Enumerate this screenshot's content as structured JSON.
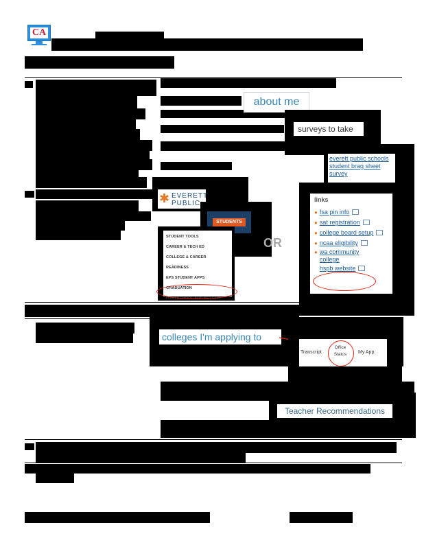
{
  "logo": {
    "text": "CA"
  },
  "panels": {
    "about_me": "about me",
    "surveys": "surveys to take",
    "survey_link": "everett public schools student brag sheet survey",
    "everett_logo": {
      "line1": "EVERETT",
      "line2": "PUBLIC"
    },
    "students_button": "STUDENTS",
    "or_label": "OR",
    "student_menu": [
      "STUDENT TOOLS",
      "CAREER & TECH ED",
      "COLLEGE & CAREER READINESS",
      "EPS STUDENT APPS",
      "GRADUATION",
      "HIGH SCHOOL AND BEYOND PLAN"
    ],
    "links_heading": "links",
    "links": [
      {
        "label": "fsa pin info"
      },
      {
        "label": "sat registration"
      },
      {
        "label": "college board setup"
      },
      {
        "label": "ncaa eligibility"
      },
      {
        "label": "wa community college"
      },
      {
        "label": "hspb website"
      }
    ],
    "colleges": "colleges I'm applying to",
    "transcript": "Transcript",
    "office_status": "Office Status",
    "my_app": "My App.",
    "teacher_recs": "Teacher Recommendations"
  }
}
